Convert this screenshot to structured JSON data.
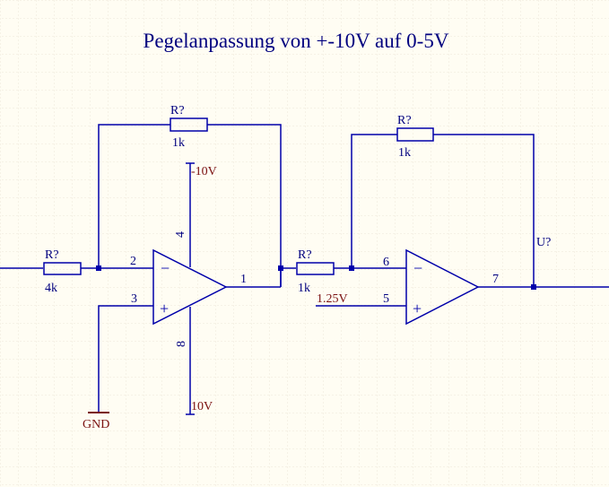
{
  "title": "Pegelanpassung von +-10V auf 0-5V",
  "colors": {
    "background": "#fffdf3",
    "grid": "#ece8d8",
    "wire": "#0000aa",
    "label": "#00007f",
    "power_label": "#7a1010"
  },
  "components": {
    "r_input": {
      "designator": "R?",
      "value": "4k"
    },
    "r_feedback1": {
      "designator": "R?",
      "value": "1k"
    },
    "r_series2": {
      "designator": "R?",
      "value": "1k"
    },
    "r_feedback2": {
      "designator": "R?",
      "value": "1k"
    }
  },
  "opamp1": {
    "pin_inverting": "2",
    "pin_noninverting": "3",
    "pin_output": "1",
    "pin_supply_top": "4",
    "pin_supply_bottom": "8",
    "minus_symbol": "−",
    "plus_symbol": "+"
  },
  "opamp2": {
    "designator": "U?",
    "pin_inverting": "6",
    "pin_noninverting": "5",
    "pin_output": "7",
    "minus_symbol": "−",
    "plus_symbol": "+"
  },
  "power": {
    "top_supply": "-10V",
    "bottom_supply": "10V",
    "reference": "1.25V",
    "ground": "GND"
  }
}
